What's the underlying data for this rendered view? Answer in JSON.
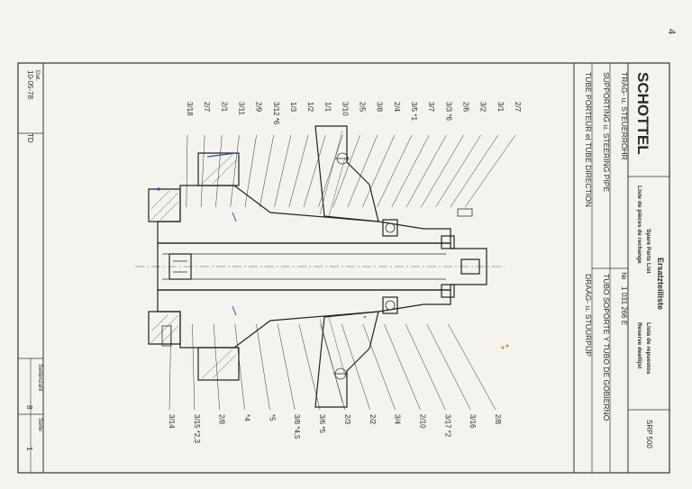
{
  "page_corner_mark": "4",
  "title_block": {
    "brand": "SCHOTTEL",
    "list_de": "Ersatzteilliste",
    "list_en": "Spare Parts List",
    "list_fr": "Liste de pièces de rechange",
    "list_es": "Lista de repuestos",
    "list_nl": "Reserve deellijst",
    "number_symbol": "№",
    "doc_number": "1 031 266 E",
    "sheet_code": "SRP 500",
    "name_de": "TRAG- u. STEUERROHR",
    "name_en": "SUPPORTING u. STEERING PIPE",
    "name_fr": "TUBE PORTEUR et TUBE DIRECTION",
    "name_es": "TUBO SOPORTE Y TUBO DE GOBIERNO",
    "name_nl": "DRAAG- u. STUURPIJP",
    "date_label": "Dat.",
    "date": "10-05-78",
    "drawn_by": "TD",
    "page_count_label": "Seitenzahl",
    "page_count": "8",
    "page_label": "Seite",
    "page": "1"
  },
  "callouts_top": [
    "2/7",
    "3/1",
    "3/2",
    "2/6",
    "3/3 *6",
    "3/7",
    "3/5 *1",
    "2/4",
    "3/8",
    "2/5",
    "3/10",
    "1/1",
    "1/2",
    "1/3",
    "3/12 *6",
    "2/9",
    "3/11",
    "2/1",
    "2/7",
    "3/18"
  ],
  "callouts_bottom": [
    "2/8",
    "3/16",
    "3/17 *2",
    "2/10",
    "3/4",
    "2/2",
    "2/3",
    "3/6 *5",
    "3/8 *4,5",
    "*5",
    "*4",
    "2/8",
    "3/15 *2,3",
    "3/14"
  ]
}
